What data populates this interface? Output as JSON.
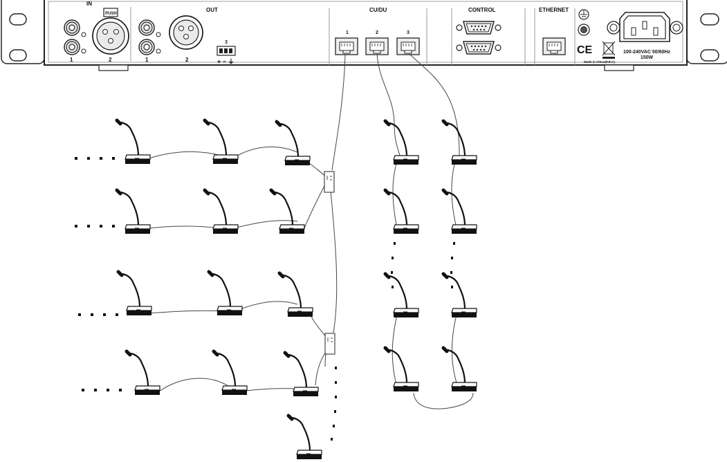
{
  "panel": {
    "in": {
      "title": "IN",
      "push_label": "PUSH",
      "labels": [
        "1",
        "2"
      ]
    },
    "out": {
      "title": "OUT",
      "labels": [
        "1",
        "2"
      ],
      "terminal_number": "3",
      "terminal_symbols": "+ − ⏚"
    },
    "cu_du": {
      "title": "CU/DU",
      "ports": [
        "1",
        "2",
        "3"
      ]
    },
    "control": {
      "title": "CONTROL"
    },
    "ethernet": {
      "title": "ETHERNET"
    },
    "power": {
      "ce_mark": "CE",
      "origin": "Made in China(P.R.C)",
      "rating_line1": "100-240VAC 50/60Hz",
      "rating_line2": "150W"
    }
  },
  "units": {
    "icons": [
      "microphone-unit-icon",
      "splitter-box-icon",
      "continuation-dots",
      "rj45-port-icon",
      "db9-port-icon",
      "xlr-port-icon",
      "rca-port-icon",
      "ground-icon",
      "weee-bin-icon",
      "iec-power-inlet-icon"
    ]
  }
}
